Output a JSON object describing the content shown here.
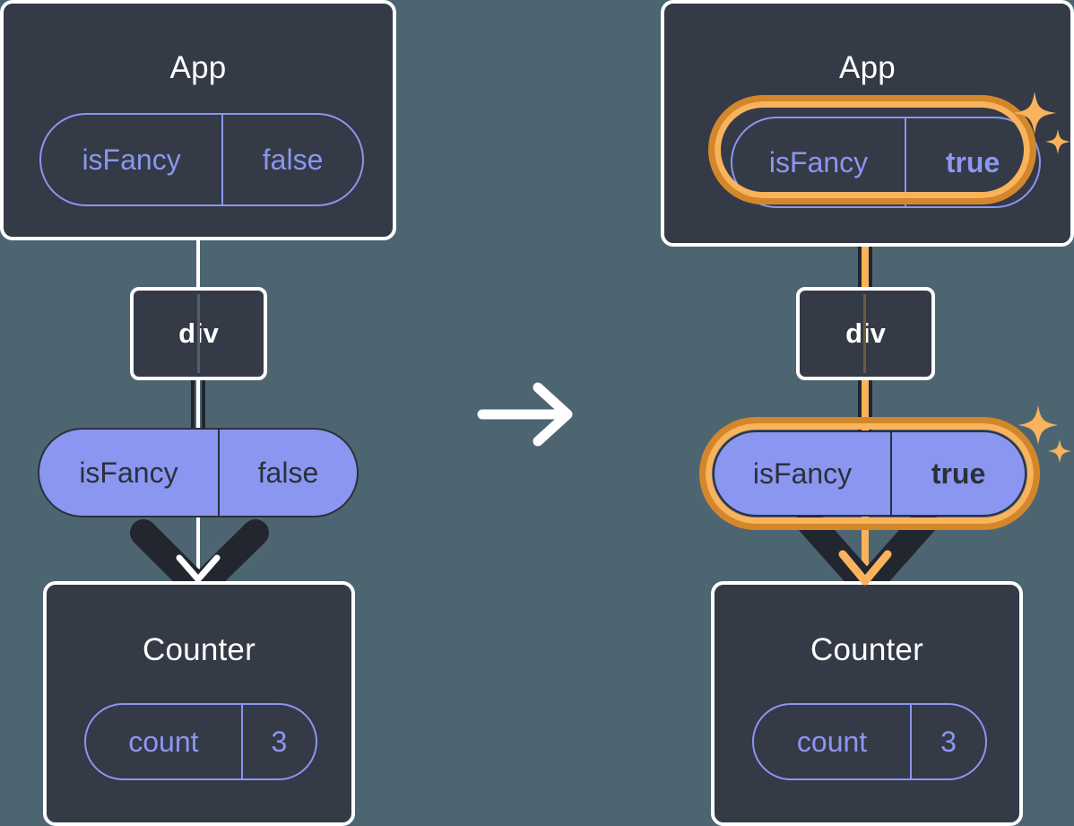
{
  "diagram": {
    "title": "React state propagation before and after isFancy toggles",
    "colors": {
      "background": "#4d6571",
      "panel": "#343a46",
      "panel_border": "#ffffff",
      "accent_purple": "#8b96f0",
      "highlight_outer": "#d4872a",
      "highlight_inner": "#f9b35c",
      "wire_dark": "#22262f"
    },
    "transition_arrow": "arrow-right-icon",
    "before": {
      "app": {
        "title": "App",
        "state": {
          "key": "isFancy",
          "value": "false",
          "highlighted": false
        }
      },
      "div": {
        "label": "div"
      },
      "prop": {
        "key": "isFancy",
        "value": "false",
        "highlighted": false
      },
      "counter": {
        "title": "Counter",
        "state": {
          "key": "count",
          "value": "3",
          "highlighted": false
        }
      }
    },
    "after": {
      "app": {
        "title": "App",
        "state": {
          "key": "isFancy",
          "value": "true",
          "highlighted": true
        }
      },
      "div": {
        "label": "div"
      },
      "prop": {
        "key": "isFancy",
        "value": "true",
        "highlighted": true
      },
      "counter": {
        "title": "Counter",
        "state": {
          "key": "count",
          "value": "3",
          "highlighted": false
        }
      }
    }
  }
}
